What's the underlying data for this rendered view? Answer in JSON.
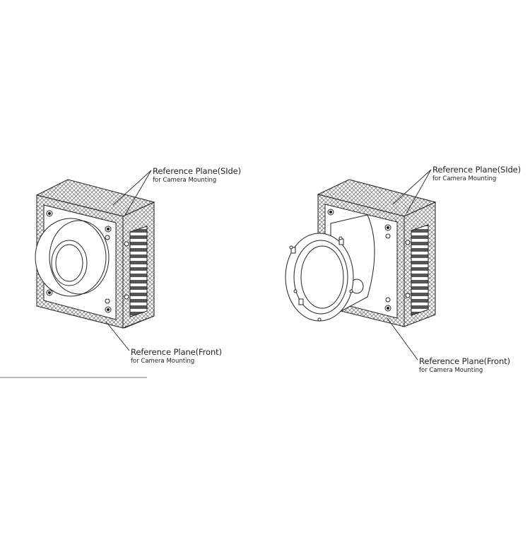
{
  "diagrams": [
    {
      "id": "left",
      "side_label": {
        "title": "Reference Plane(SIde)",
        "subtitle": "for Camera Mounting"
      },
      "front_label": {
        "title": "Reference Plane(Front)",
        "subtitle": "for Camera Mounting"
      }
    },
    {
      "id": "right",
      "side_label": {
        "title": "Reference Plane(SIde)",
        "subtitle": "for Camera Mounting"
      },
      "front_label": {
        "title": "Reference Plane(Front)",
        "subtitle": "for Camera Mounting"
      }
    }
  ],
  "colors": {
    "line": "#222222",
    "hatch": "#555555",
    "divider": "#b9b9b9",
    "background": "#ffffff"
  }
}
